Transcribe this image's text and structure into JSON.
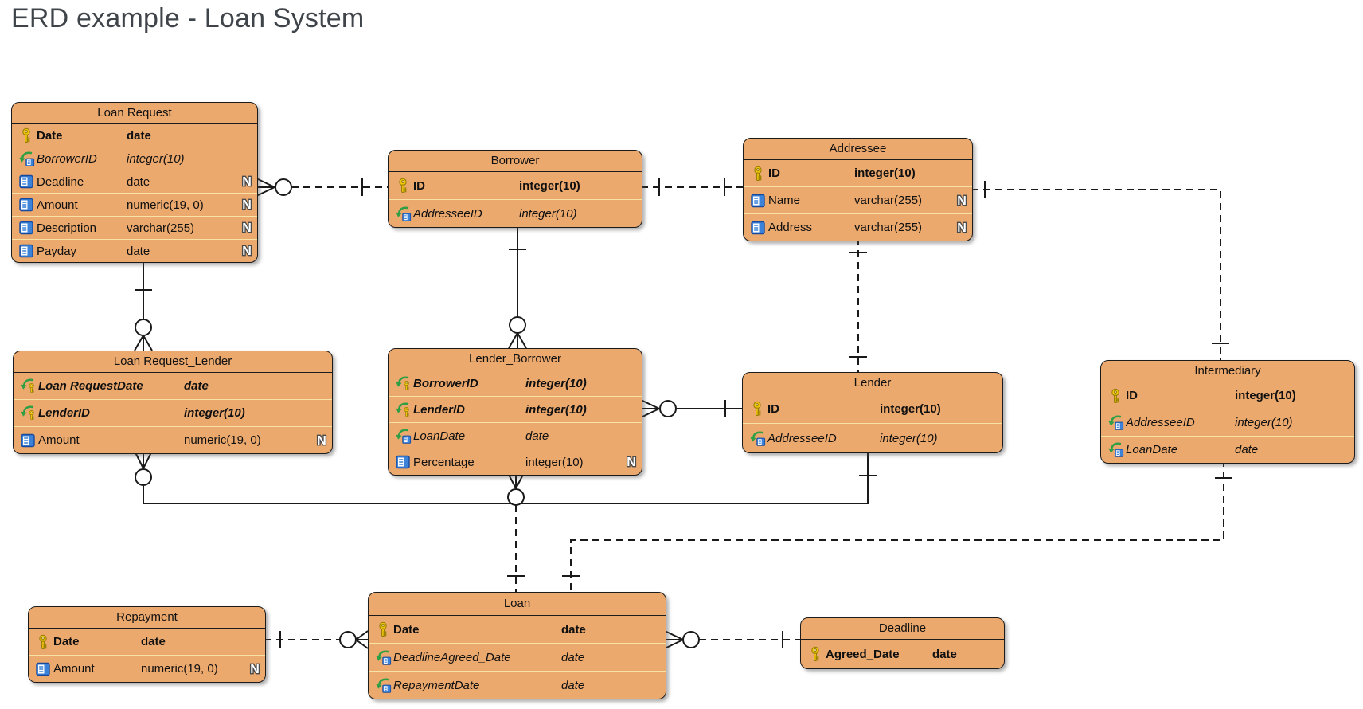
{
  "page": {
    "title": "ERD example - Loan System"
  },
  "palette": {
    "entity_fill": "#ECA96E",
    "entity_border": "#1C1C1C",
    "row_divider": "#F8E2A6",
    "line_color": "#1A1A1A",
    "title_color": "#3E4449",
    "primary_key_icon_color": "#F2C40F",
    "foreign_key_arrow_color": "#2F9E44",
    "column_icon_color": "#3B82D8"
  },
  "entities": [
    {
      "id": "loan-request",
      "name": "Loan Request",
      "columns": [
        {
          "icon": "primary-key",
          "style": "pk",
          "name": "Date",
          "type": "date",
          "nullable": false
        },
        {
          "icon": "foreign-key",
          "style": "fk",
          "name": "BorrowerID",
          "type": "integer(10)",
          "nullable": false
        },
        {
          "icon": "column",
          "style": "plain",
          "name": "Deadline",
          "type": "date",
          "nullable": true
        },
        {
          "icon": "column",
          "style": "plain",
          "name": "Amount",
          "type": "numeric(19, 0)",
          "nullable": true
        },
        {
          "icon": "column",
          "style": "plain",
          "name": "Description",
          "type": "varchar(255)",
          "nullable": true
        },
        {
          "icon": "column",
          "style": "plain",
          "name": "Payday",
          "type": "date",
          "nullable": true
        }
      ]
    },
    {
      "id": "borrower",
      "name": "Borrower",
      "columns": [
        {
          "icon": "primary-key",
          "style": "pk",
          "name": "ID",
          "type": "integer(10)",
          "nullable": false
        },
        {
          "icon": "foreign-key",
          "style": "fk",
          "name": "AddresseeID",
          "type": "integer(10)",
          "nullable": false
        }
      ]
    },
    {
      "id": "addressee",
      "name": "Addressee",
      "columns": [
        {
          "icon": "primary-key",
          "style": "pk",
          "name": "ID",
          "type": "integer(10)",
          "nullable": false
        },
        {
          "icon": "column",
          "style": "plain",
          "name": "Name",
          "type": "varchar(255)",
          "nullable": true
        },
        {
          "icon": "column",
          "style": "plain",
          "name": "Address",
          "type": "varchar(255)",
          "nullable": true
        }
      ]
    },
    {
      "id": "loan-request-lender",
      "name": "Loan Request_Lender",
      "columns": [
        {
          "icon": "primary-foreign-key",
          "style": "pkfk",
          "name": "Loan RequestDate",
          "type": "date",
          "nullable": false
        },
        {
          "icon": "primary-foreign-key",
          "style": "pkfk",
          "name": "LenderID",
          "type": "integer(10)",
          "nullable": false
        },
        {
          "icon": "column",
          "style": "plain",
          "name": "Amount",
          "type": "numeric(19, 0)",
          "nullable": true
        }
      ]
    },
    {
      "id": "lender-borrower",
      "name": "Lender_Borrower",
      "columns": [
        {
          "icon": "primary-foreign-key",
          "style": "pkfk",
          "name": "BorrowerID",
          "type": "integer(10)",
          "nullable": false
        },
        {
          "icon": "primary-foreign-key",
          "style": "pkfk",
          "name": "LenderID",
          "type": "integer(10)",
          "nullable": false
        },
        {
          "icon": "foreign-key",
          "style": "fk",
          "name": "LoanDate",
          "type": "date",
          "nullable": false
        },
        {
          "icon": "column",
          "style": "plain",
          "name": "Percentage",
          "type": "integer(10)",
          "nullable": true
        }
      ]
    },
    {
      "id": "lender",
      "name": "Lender",
      "columns": [
        {
          "icon": "primary-key",
          "style": "pk",
          "name": "ID",
          "type": "integer(10)",
          "nullable": false
        },
        {
          "icon": "foreign-key",
          "style": "fk",
          "name": "AddresseeID",
          "type": "integer(10)",
          "nullable": false
        }
      ]
    },
    {
      "id": "intermediary",
      "name": "Intermediary",
      "columns": [
        {
          "icon": "primary-key",
          "style": "pk",
          "name": "ID",
          "type": "integer(10)",
          "nullable": false
        },
        {
          "icon": "foreign-key",
          "style": "fk",
          "name": "AddresseeID",
          "type": "integer(10)",
          "nullable": false
        },
        {
          "icon": "foreign-key",
          "style": "fk",
          "name": "LoanDate",
          "type": "date",
          "nullable": false
        }
      ]
    },
    {
      "id": "repayment",
      "name": "Repayment",
      "columns": [
        {
          "icon": "primary-key",
          "style": "pk",
          "name": "Date",
          "type": "date",
          "nullable": false
        },
        {
          "icon": "column",
          "style": "plain",
          "name": "Amount",
          "type": "numeric(19, 0)",
          "nullable": true
        }
      ]
    },
    {
      "id": "loan",
      "name": "Loan",
      "columns": [
        {
          "icon": "primary-key",
          "style": "pk",
          "name": "Date",
          "type": "date",
          "nullable": false
        },
        {
          "icon": "foreign-key",
          "style": "fk",
          "name": "DeadlineAgreed_Date",
          "type": "date",
          "nullable": false
        },
        {
          "icon": "foreign-key",
          "style": "fk",
          "name": "RepaymentDate",
          "type": "date",
          "nullable": false
        }
      ]
    },
    {
      "id": "deadline",
      "name": "Deadline",
      "columns": [
        {
          "icon": "primary-key",
          "style": "pk",
          "name": "Agreed_Date",
          "type": "date",
          "nullable": false
        }
      ]
    }
  ],
  "relationships": [
    {
      "from": "Loan Request",
      "to": "Borrower",
      "from_cardinality": "zero-or-many",
      "to_cardinality": "one",
      "line": "dashed"
    },
    {
      "from": "Borrower",
      "to": "Addressee",
      "from_cardinality": "one",
      "to_cardinality": "one",
      "line": "dashed"
    },
    {
      "from": "Addressee",
      "to": "Intermediary",
      "from_cardinality": "one",
      "to_cardinality": "one",
      "line": "dashed"
    },
    {
      "from": "Addressee",
      "to": "Lender",
      "from_cardinality": "one",
      "to_cardinality": "one",
      "line": "dashed"
    },
    {
      "from": "Loan Request",
      "to": "Loan Request_Lender",
      "from_cardinality": "one",
      "to_cardinality": "zero-or-many",
      "line": "solid"
    },
    {
      "from": "Borrower",
      "to": "Lender_Borrower",
      "from_cardinality": "one",
      "to_cardinality": "zero-or-many",
      "line": "solid"
    },
    {
      "from": "Lender",
      "to": "Lender_Borrower",
      "from_cardinality": "one",
      "to_cardinality": "zero-or-many",
      "line": "solid"
    },
    {
      "from": "Lender",
      "to": "Loan Request_Lender",
      "from_cardinality": "one",
      "to_cardinality": "zero-or-many",
      "line": "solid"
    },
    {
      "from": "Lender_Borrower",
      "to": "Loan",
      "from_cardinality": "zero-or-many",
      "to_cardinality": "one",
      "line": "dashed"
    },
    {
      "from": "Intermediary",
      "to": "Loan",
      "from_cardinality": "one",
      "to_cardinality": "one",
      "line": "dashed"
    },
    {
      "from": "Repayment",
      "to": "Loan",
      "from_cardinality": "one",
      "to_cardinality": "zero-or-many",
      "line": "dashed"
    },
    {
      "from": "Deadline",
      "to": "Loan",
      "from_cardinality": "one",
      "to_cardinality": "zero-or-many",
      "line": "dashed"
    }
  ]
}
